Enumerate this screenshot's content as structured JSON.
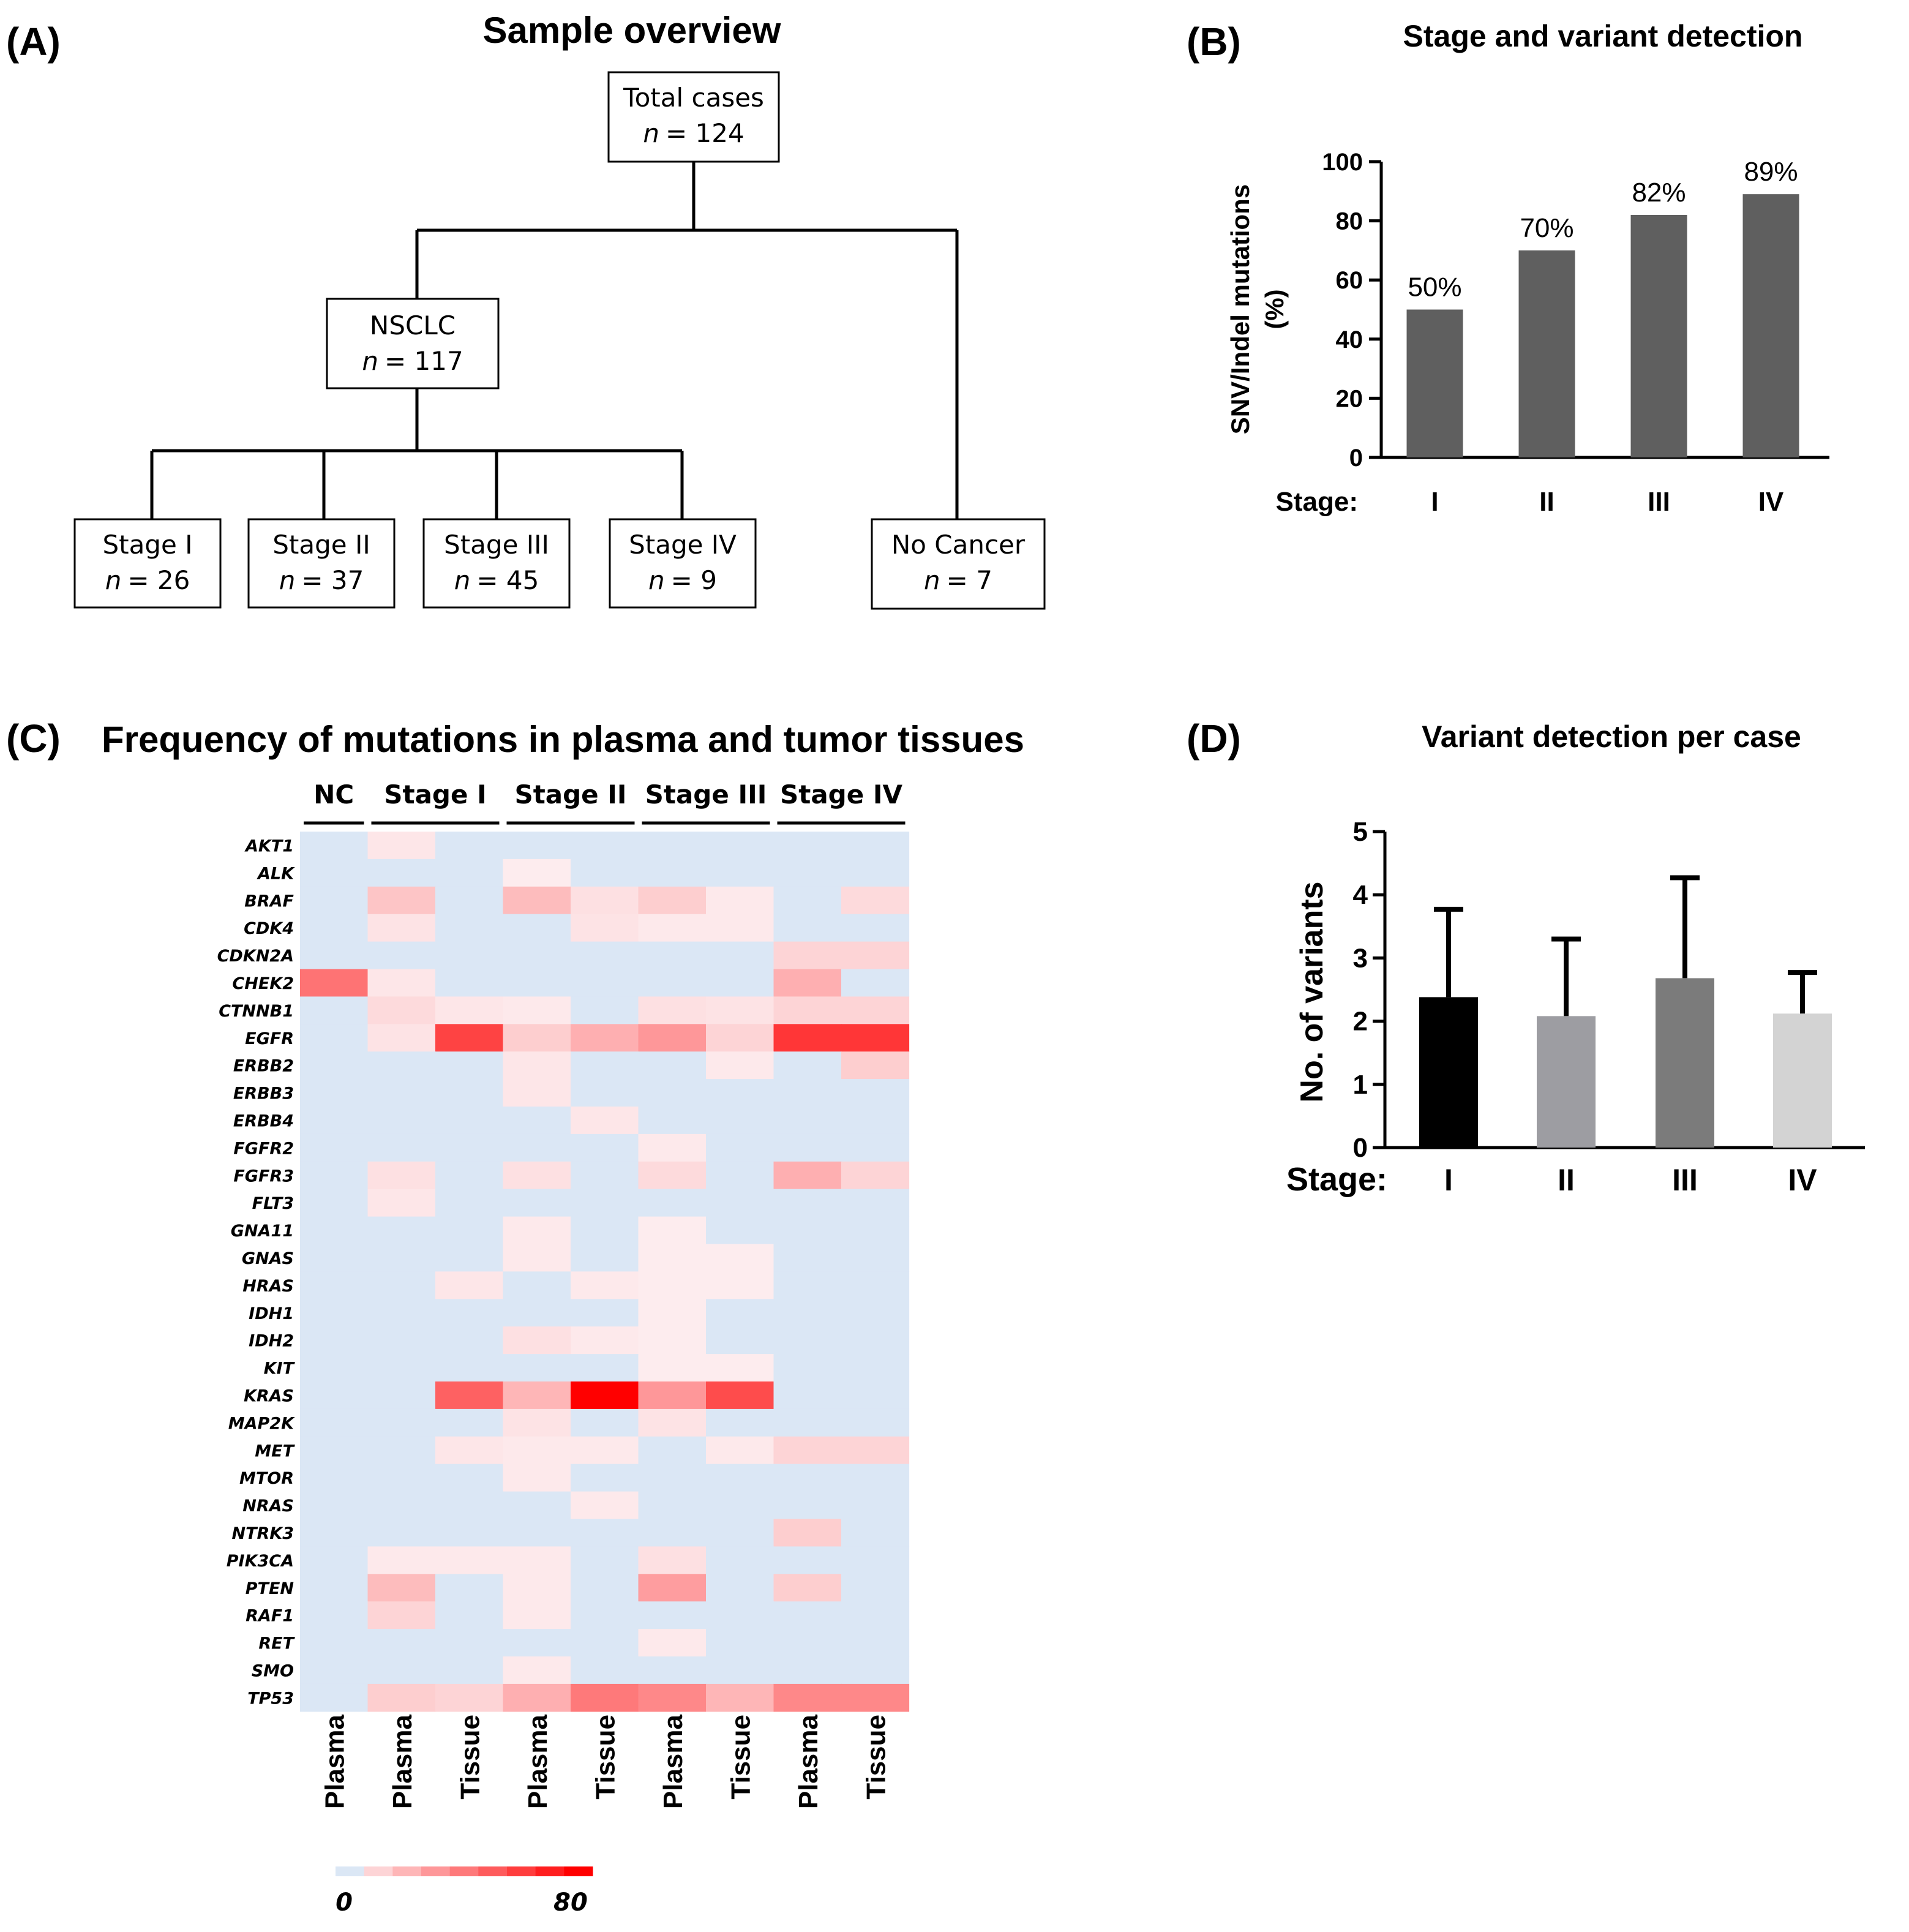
{
  "panels": {
    "A": {
      "letter": "(A)",
      "title": "Sample overview",
      "nodes": {
        "total": {
          "label": "Total cases",
          "n_prefix": "n",
          "n_value": "= 124"
        },
        "nsclc": {
          "label": "NSCLC",
          "n_prefix": "n",
          "n_value": "= 117"
        },
        "stage1": {
          "label": "Stage I",
          "n_prefix": "n",
          "n_value": "= 26"
        },
        "stage2": {
          "label": "Stage II",
          "n_prefix": "n",
          "n_value": "= 37"
        },
        "stage3": {
          "label": "Stage III",
          "n_prefix": "n",
          "n_value": "= 45"
        },
        "stage4": {
          "label": "Stage IV",
          "n_prefix": "n",
          "n_value": "= 9"
        },
        "nocancer": {
          "label": "No Cancer",
          "n_prefix": "n",
          "n_value": "= 7"
        }
      }
    },
    "B": {
      "letter": "(B)"
    },
    "C": {
      "letter": "(C)"
    },
    "D": {
      "letter": "(D)"
    }
  },
  "chart_data": [
    {
      "panel": "B",
      "type": "bar",
      "title": "Stage and variant detection",
      "ylabel_line1": "SNV/Indel mutations",
      "ylabel_line2": "(%)",
      "xlabel": "Stage:",
      "categories": [
        "I",
        "II",
        "III",
        "IV"
      ],
      "values": [
        50,
        70,
        82,
        89
      ],
      "data_labels": [
        "50%",
        "70%",
        "82%",
        "89%"
      ],
      "ylim": [
        0,
        100
      ],
      "yticks": [
        0,
        20,
        40,
        60,
        80,
        100
      ],
      "bar_color": "#5f5f5f",
      "grid": false
    },
    {
      "panel": "C",
      "type": "heatmap",
      "title": "Frequency of mutations in plasma and tumor tissues",
      "groups": [
        {
          "label": "NC",
          "span": 1
        },
        {
          "label": "Stage I",
          "span": 2
        },
        {
          "label": "Stage II",
          "span": 2
        },
        {
          "label": "Stage III",
          "span": 2
        },
        {
          "label": "Stage IV",
          "span": 2
        }
      ],
      "columns": [
        "Plasma",
        "Plasma",
        "Tissue",
        "Plasma",
        "Tissue",
        "Plasma",
        "Tissue",
        "Plasma",
        "Tissue"
      ],
      "rows": [
        "AKT1",
        "ALK",
        "BRAF",
        "CDK4",
        "CDKN2A",
        "CHEK2",
        "CTNNB1",
        "EGFR",
        "ERBB2",
        "ERBB3",
        "ERBB4",
        "FGFR2",
        "FGFR3",
        "FLT3",
        "GNA11",
        "GNAS",
        "HRAS",
        "IDH1",
        "IDH2",
        "KIT",
        "KRAS",
        "MAP2K",
        "MET",
        "MTOR",
        "NRAS",
        "NTRK3",
        "PIK3CA",
        "PTEN",
        "RAF1",
        "RET",
        "SMO",
        "TP53"
      ],
      "values": [
        [
          0,
          4,
          0,
          0,
          0,
          0,
          0,
          0,
          0
        ],
        [
          0,
          0,
          0,
          2,
          0,
          0,
          0,
          0,
          0
        ],
        [
          0,
          15,
          0,
          18,
          6,
          12,
          3,
          0,
          8
        ],
        [
          0,
          5,
          0,
          0,
          5,
          3,
          3,
          0,
          0
        ],
        [
          0,
          0,
          0,
          0,
          0,
          0,
          0,
          10,
          10
        ],
        [
          42,
          4,
          0,
          0,
          0,
          0,
          0,
          22,
          0
        ],
        [
          0,
          8,
          4,
          3,
          0,
          6,
          5,
          10,
          10
        ],
        [
          0,
          5,
          58,
          12,
          22,
          30,
          10,
          62,
          62
        ],
        [
          0,
          0,
          0,
          4,
          0,
          0,
          3,
          0,
          12
        ],
        [
          0,
          0,
          0,
          4,
          0,
          0,
          0,
          0,
          0
        ],
        [
          0,
          0,
          0,
          0,
          4,
          0,
          0,
          0,
          0
        ],
        [
          0,
          0,
          0,
          0,
          0,
          3,
          0,
          0,
          0
        ],
        [
          0,
          6,
          0,
          6,
          0,
          8,
          0,
          22,
          10
        ],
        [
          0,
          4,
          0,
          0,
          0,
          0,
          0,
          0,
          0
        ],
        [
          0,
          0,
          0,
          3,
          0,
          2,
          0,
          0,
          0
        ],
        [
          0,
          0,
          0,
          3,
          0,
          2,
          2,
          0,
          0
        ],
        [
          0,
          0,
          4,
          0,
          3,
          2,
          2,
          0,
          0
        ],
        [
          0,
          0,
          0,
          0,
          0,
          2,
          0,
          0,
          0
        ],
        [
          0,
          0,
          0,
          6,
          3,
          2,
          0,
          0,
          0
        ],
        [
          0,
          0,
          0,
          0,
          0,
          2,
          2,
          0,
          0
        ],
        [
          0,
          0,
          48,
          20,
          80,
          30,
          55,
          0,
          0
        ],
        [
          0,
          0,
          0,
          5,
          0,
          5,
          0,
          0,
          0
        ],
        [
          0,
          0,
          4,
          3,
          3,
          0,
          3,
          10,
          10
        ],
        [
          0,
          0,
          0,
          3,
          0,
          0,
          0,
          0,
          0
        ],
        [
          0,
          0,
          0,
          0,
          3,
          0,
          0,
          0,
          0
        ],
        [
          0,
          0,
          0,
          0,
          0,
          0,
          0,
          12,
          0
        ],
        [
          0,
          3,
          3,
          3,
          0,
          6,
          0,
          0,
          0
        ],
        [
          0,
          18,
          0,
          3,
          0,
          28,
          0,
          12,
          0
        ],
        [
          0,
          10,
          0,
          3,
          0,
          0,
          0,
          0,
          0
        ],
        [
          0,
          0,
          0,
          0,
          0,
          3,
          0,
          0,
          0
        ],
        [
          0,
          0,
          0,
          3,
          0,
          0,
          0,
          0,
          0
        ],
        [
          0,
          12,
          10,
          22,
          40,
          35,
          20,
          35,
          35
        ]
      ],
      "scale": {
        "min_label": "0",
        "max_label": "80",
        "min": 0,
        "max": 80,
        "zero_color": "#dbe7f5",
        "low_color": "#fdf2f4",
        "high_color": "#ff0000"
      }
    },
    {
      "panel": "D",
      "type": "bar",
      "title": "Variant detection per case",
      "ylabel": "No. of variants",
      "xlabel": "Stage:",
      "categories": [
        "I",
        "II",
        "III",
        "IV"
      ],
      "values": [
        2.38,
        2.08,
        2.68,
        2.12
      ],
      "error_upper": [
        3.77,
        3.3,
        4.27,
        2.77
      ],
      "colors": [
        "#000000",
        "#9d9da2",
        "#7b7b7b",
        "#d3d3d3"
      ],
      "ylim": [
        0,
        5
      ],
      "yticks": [
        0,
        1,
        2,
        3,
        4,
        5
      ],
      "grid": false
    }
  ]
}
